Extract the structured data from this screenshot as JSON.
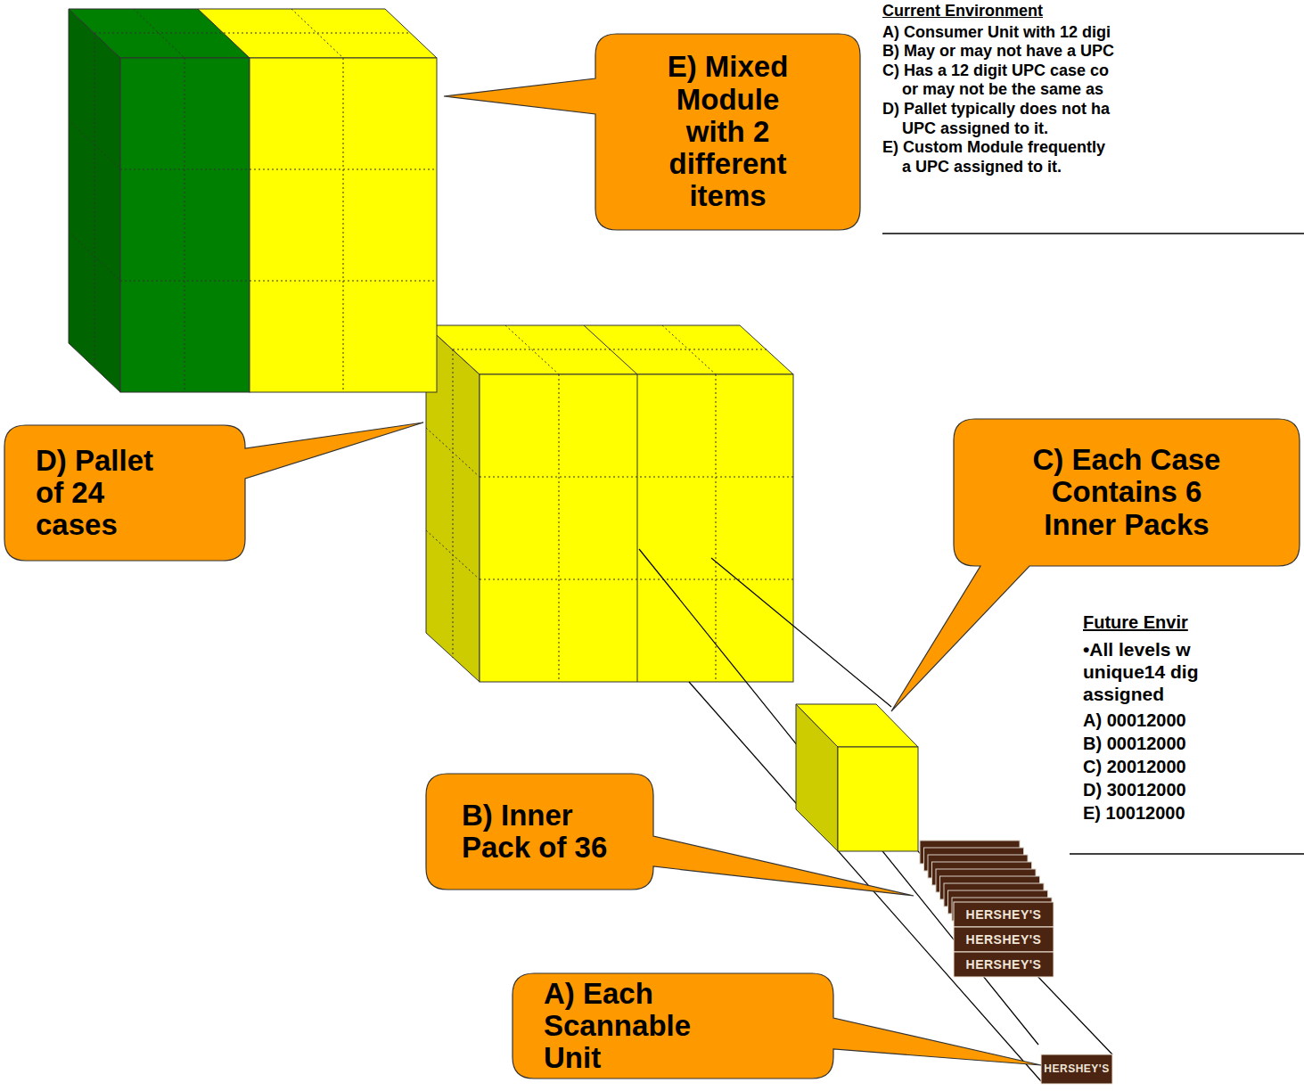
{
  "diagram": {
    "nodes": [
      {
        "text": [
          "E) Mixed Module with 2 different items"
        ]
      },
      {
        "text": [
          "D) Pallet of 24 cases"
        ]
      },
      {
        "text": [
          "C) Each Case Contains 6 Inner Packs"
        ]
      },
      {
        "text": [
          "B) Inner Pack of 36"
        ]
      },
      {
        "text": [
          "A) Each Scannable Unit"
        ]
      }
    ],
    "labels": [
      "Current Environment",
      "A) Consumer Unit with 12 digi",
      "B) May or may not have a UPC",
      "C) Has a 12 digit UPC case co or may not be the same as",
      "D) Pallet typically does not ha UPC assigned to it.",
      "E) Custom Module frequently a UPC assigned to it.",
      "Future Envir",
      "•All levels w unique14 dig assigned",
      "A) 00012000",
      "B) 00012000",
      "C) 20012000",
      "D) 30012000",
      "E) 10012000",
      "HERSHEY'S",
      "HERSHEY'S",
      "HERSHEY'S",
      "HERSHEY'S"
    ]
  }
}
